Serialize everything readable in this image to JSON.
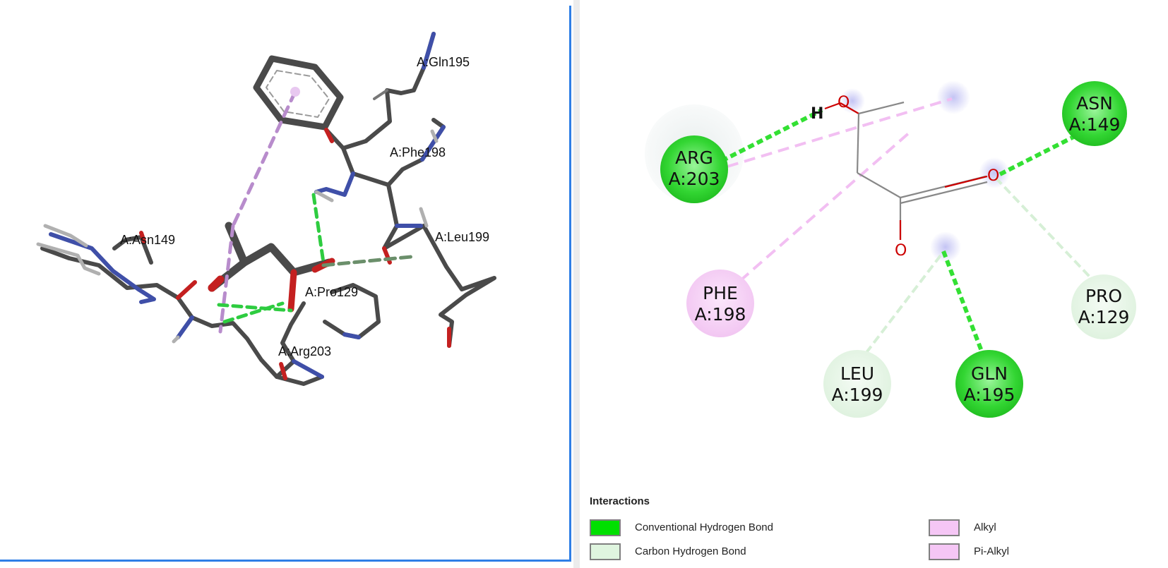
{
  "view3d": {
    "residue_labels": [
      "A:Gln195",
      "A:Phe198",
      "A:Asn149",
      "A:Leu199",
      "A:Pro129",
      "A:Arg203"
    ]
  },
  "view2d": {
    "hydrogen_label": "H",
    "oxygen_label": "O",
    "residues": [
      {
        "name": "ARG",
        "id": "A:203",
        "type": "Conventional Hydrogen Bond"
      },
      {
        "name": "ASN",
        "id": "A:149",
        "type": "Conventional Hydrogen Bond"
      },
      {
        "name": "PHE",
        "id": "A:198",
        "type": "Pi-Alkyl"
      },
      {
        "name": "PRO",
        "id": "A:129",
        "type": "Carbon Hydrogen Bond"
      },
      {
        "name": "LEU",
        "id": "A:199",
        "type": "Carbon Hydrogen Bond"
      },
      {
        "name": "GLN",
        "id": "A:195",
        "type": "Conventional Hydrogen Bond"
      }
    ]
  },
  "legend": {
    "title": "Interactions",
    "items": [
      {
        "label": "Conventional Hydrogen Bond",
        "color": "#00e000"
      },
      {
        "label": "Carbon Hydrogen Bond",
        "color": "#dff5df"
      },
      {
        "label": "Alkyl",
        "color": "#f5c6f5"
      },
      {
        "label": "Pi-Alkyl",
        "color": "#f5c6f5"
      }
    ]
  },
  "colors": {
    "conventional_hbond": "#33e033",
    "carbon_hbond": "#d6efd6",
    "alkyl": "#f2bff2",
    "carbon": "#4a4a4a",
    "nitrogen": "#3f4fa8",
    "oxygen": "#c42020"
  }
}
